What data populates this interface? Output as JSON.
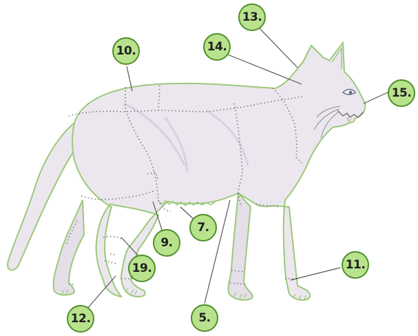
{
  "diagram": {
    "colors": {
      "outline": "#9bc97a",
      "body_fill": "#ece7ef",
      "body_shade": "#ddd6e4",
      "segment_dots": "#777777",
      "leader_line": "#555555",
      "callout_fill": "#b8e28c",
      "callout_border": "#4f8f2a",
      "label_text": "#1f1f1f"
    },
    "labels": [
      {
        "id": "label-10",
        "text": "10."
      },
      {
        "id": "label-13",
        "text": "13."
      },
      {
        "id": "label-14",
        "text": "14."
      },
      {
        "id": "label-15",
        "text": "15."
      },
      {
        "id": "label-7",
        "text": "7."
      },
      {
        "id": "label-9",
        "text": "9."
      },
      {
        "id": "label-19",
        "text": "19."
      },
      {
        "id": "label-11",
        "text": "11."
      },
      {
        "id": "label-5",
        "text": "5."
      },
      {
        "id": "label-12",
        "text": "12."
      }
    ]
  }
}
